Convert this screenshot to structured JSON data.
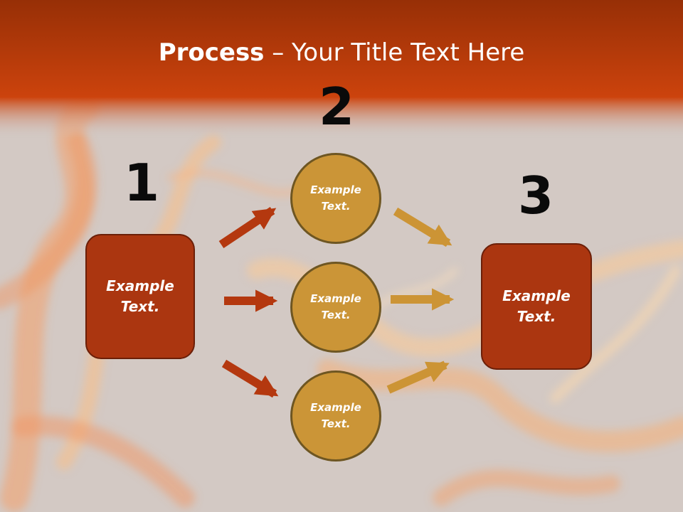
{
  "slide": {
    "title_bold": "Process",
    "title_rest": " – Your Title Text Here"
  },
  "steps": {
    "one": "1",
    "two": "2",
    "three": "3"
  },
  "nodes": {
    "left_box": "Example\nText.",
    "circle_top": "Example\nText.",
    "circle_middle": "Example\nText.",
    "circle_bottom": "Example\nText.",
    "right_box": "Example\nText."
  },
  "colors": {
    "header_band": "#c9410c",
    "box_fill": "#ab3610",
    "circle_fill": "#cb9537",
    "left_arrows": "#b4380f",
    "right_arrows": "#cc9435"
  }
}
